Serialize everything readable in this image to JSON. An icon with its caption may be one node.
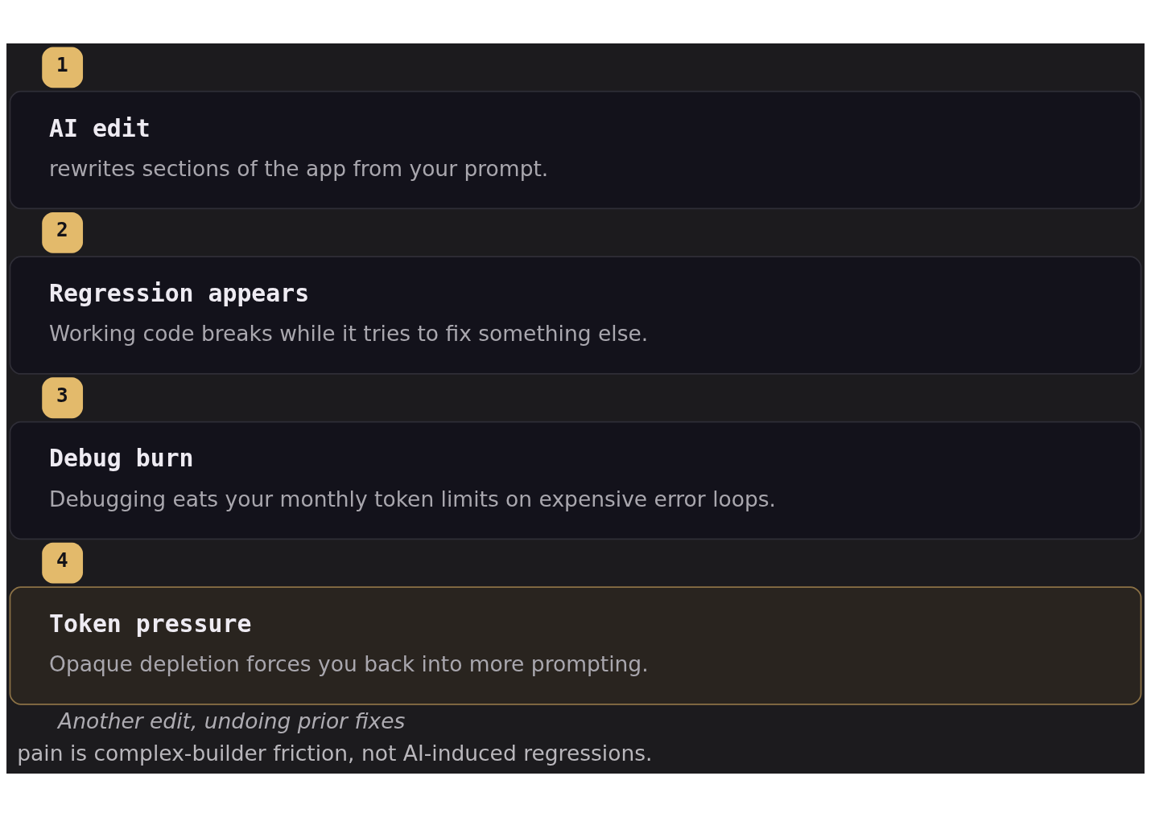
{
  "diagram": {
    "caption": "pain is complex-builder friction, not AI-induced regressions.",
    "nodes": [
      {
        "text": [
          "1"
        ]
      },
      {
        "text": [
          "AI edit",
          "rewrites sections of the app from your prompt."
        ]
      },
      {
        "text": [
          "2"
        ]
      },
      {
        "text": [
          "Regression appears",
          "Working code breaks while it tries to fix something else."
        ]
      },
      {
        "text": [
          "3"
        ]
      },
      {
        "text": [
          "Debug burn",
          "Debugging eats your monthly token limits on expensive error loops."
        ]
      },
      {
        "text": [
          "4"
        ]
      },
      {
        "text": [
          "Token pressure",
          "Opaque depletion forces you back into more prompting."
        ]
      }
    ],
    "edges": [],
    "labels": [
      "Another edit, undoing prior fixes"
    ]
  }
}
